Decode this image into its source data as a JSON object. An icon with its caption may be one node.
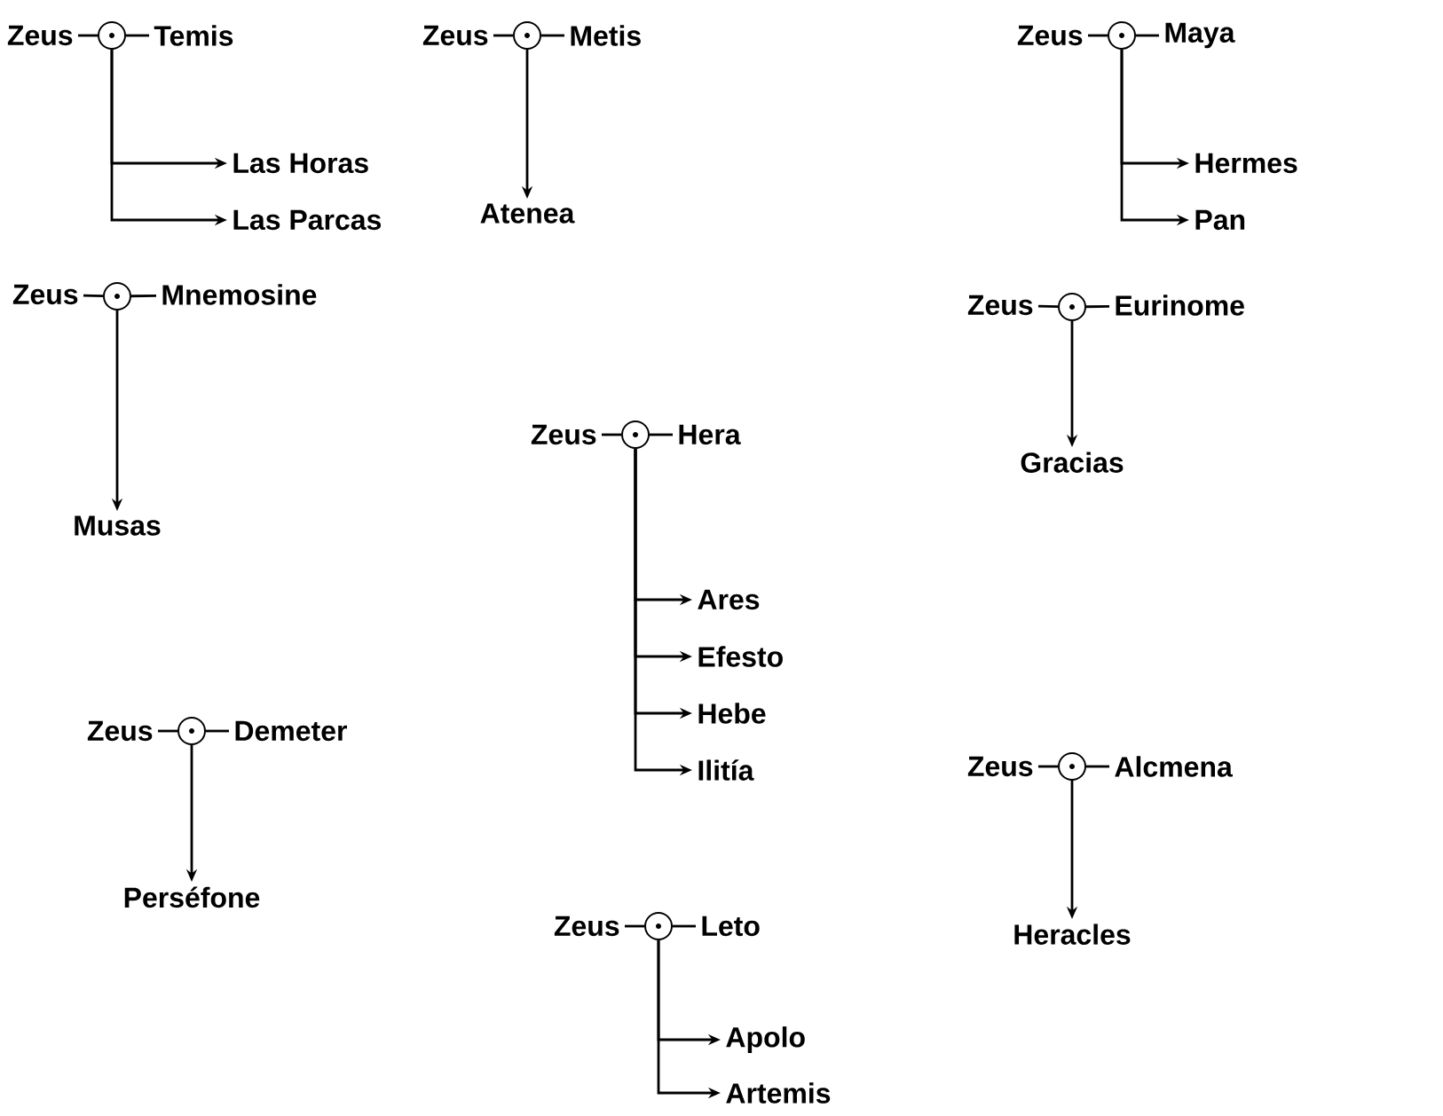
{
  "diagram": {
    "nodes": [
      {
        "text": [
          "Zeus"
        ]
      },
      {
        "text": [],
        "shape": "circle"
      },
      {
        "text": [
          "Temis"
        ]
      },
      {
        "text": [
          "Las Horas"
        ]
      },
      {
        "text": [
          "Las Parcas"
        ]
      },
      {
        "text": [
          "Zeus"
        ]
      },
      {
        "text": [],
        "shape": "circle"
      },
      {
        "text": [
          "Metis"
        ]
      },
      {
        "text": [
          "Atenea"
        ]
      },
      {
        "text": [
          "Zeus"
        ]
      },
      {
        "text": [],
        "shape": "circle"
      },
      {
        "text": [
          "Maya"
        ]
      },
      {
        "text": [
          "Hermes"
        ]
      },
      {
        "text": [
          "Pan"
        ]
      },
      {
        "text": [
          "Zeus"
        ]
      },
      {
        "text": [],
        "shape": "circle"
      },
      {
        "text": [
          "Mnemosine"
        ]
      },
      {
        "text": [
          "Musas"
        ]
      },
      {
        "text": [
          "Zeus"
        ]
      },
      {
        "text": [],
        "shape": "circle"
      },
      {
        "text": [
          "Eurinome"
        ]
      },
      {
        "text": [
          "Gracias"
        ]
      },
      {
        "text": [
          "Zeus"
        ]
      },
      {
        "text": [],
        "shape": "circle"
      },
      {
        "text": [
          "Hera"
        ]
      },
      {
        "text": [
          "Ares"
        ]
      },
      {
        "text": [
          "Efesto"
        ]
      },
      {
        "text": [
          "Hebe"
        ]
      },
      {
        "text": [
          "Ilitía"
        ]
      },
      {
        "text": [
          "Zeus"
        ]
      },
      {
        "text": [],
        "shape": "circle"
      },
      {
        "text": [
          "Demeter"
        ]
      },
      {
        "text": [
          "Perséfone"
        ]
      },
      {
        "text": [
          "Zeus"
        ]
      },
      {
        "text": [],
        "shape": "circle"
      },
      {
        "text": [
          "Alcmena"
        ]
      },
      {
        "text": [
          "Heracles"
        ]
      },
      {
        "text": [
          "Zeus"
        ]
      },
      {
        "text": [],
        "shape": "circle"
      },
      {
        "text": [
          "Leto"
        ]
      },
      {
        "text": [
          "Apolo"
        ]
      },
      {
        "text": [
          "Artemis"
        ]
      }
    ],
    "edges": [
      {
        "from": 0,
        "to": 1,
        "arrow": "none"
      },
      {
        "from": 1,
        "to": 2,
        "arrow": "none"
      },
      {
        "from": 1,
        "to": 3,
        "arrow": "to"
      },
      {
        "from": 1,
        "to": 4,
        "arrow": "to"
      },
      {
        "from": 5,
        "to": 6,
        "arrow": "none"
      },
      {
        "from": 6,
        "to": 7,
        "arrow": "none"
      },
      {
        "from": 6,
        "to": 8,
        "arrow": "to"
      },
      {
        "from": 9,
        "to": 10,
        "arrow": "none"
      },
      {
        "from": 10,
        "to": 11,
        "arrow": "none"
      },
      {
        "from": 10,
        "to": 12,
        "arrow": "to"
      },
      {
        "from": 10,
        "to": 13,
        "arrow": "to"
      },
      {
        "from": 14,
        "to": 15,
        "arrow": "none"
      },
      {
        "from": 15,
        "to": 16,
        "arrow": "none"
      },
      {
        "from": 15,
        "to": 17,
        "arrow": "to"
      },
      {
        "from": 18,
        "to": 19,
        "arrow": "none"
      },
      {
        "from": 19,
        "to": 20,
        "arrow": "none"
      },
      {
        "from": 19,
        "to": 21,
        "arrow": "to"
      },
      {
        "from": 22,
        "to": 23,
        "arrow": "none"
      },
      {
        "from": 23,
        "to": 24,
        "arrow": "none"
      },
      {
        "from": 23,
        "to": 25,
        "arrow": "to"
      },
      {
        "from": 23,
        "to": 26,
        "arrow": "to"
      },
      {
        "from": 23,
        "to": 27,
        "arrow": "to"
      },
      {
        "from": 23,
        "to": 28,
        "arrow": "to"
      },
      {
        "from": 29,
        "to": 30,
        "arrow": "none"
      },
      {
        "from": 30,
        "to": 31,
        "arrow": "none"
      },
      {
        "from": 30,
        "to": 32,
        "arrow": "to"
      },
      {
        "from": 33,
        "to": 34,
        "arrow": "none"
      },
      {
        "from": 34,
        "to": 35,
        "arrow": "none"
      },
      {
        "from": 34,
        "to": 36,
        "arrow": "to"
      },
      {
        "from": 37,
        "to": 38,
        "arrow": "none"
      },
      {
        "from": 38,
        "to": 39,
        "arrow": "none"
      },
      {
        "from": 38,
        "to": 40,
        "arrow": "to"
      },
      {
        "from": 38,
        "to": 41,
        "arrow": "to"
      }
    ]
  }
}
